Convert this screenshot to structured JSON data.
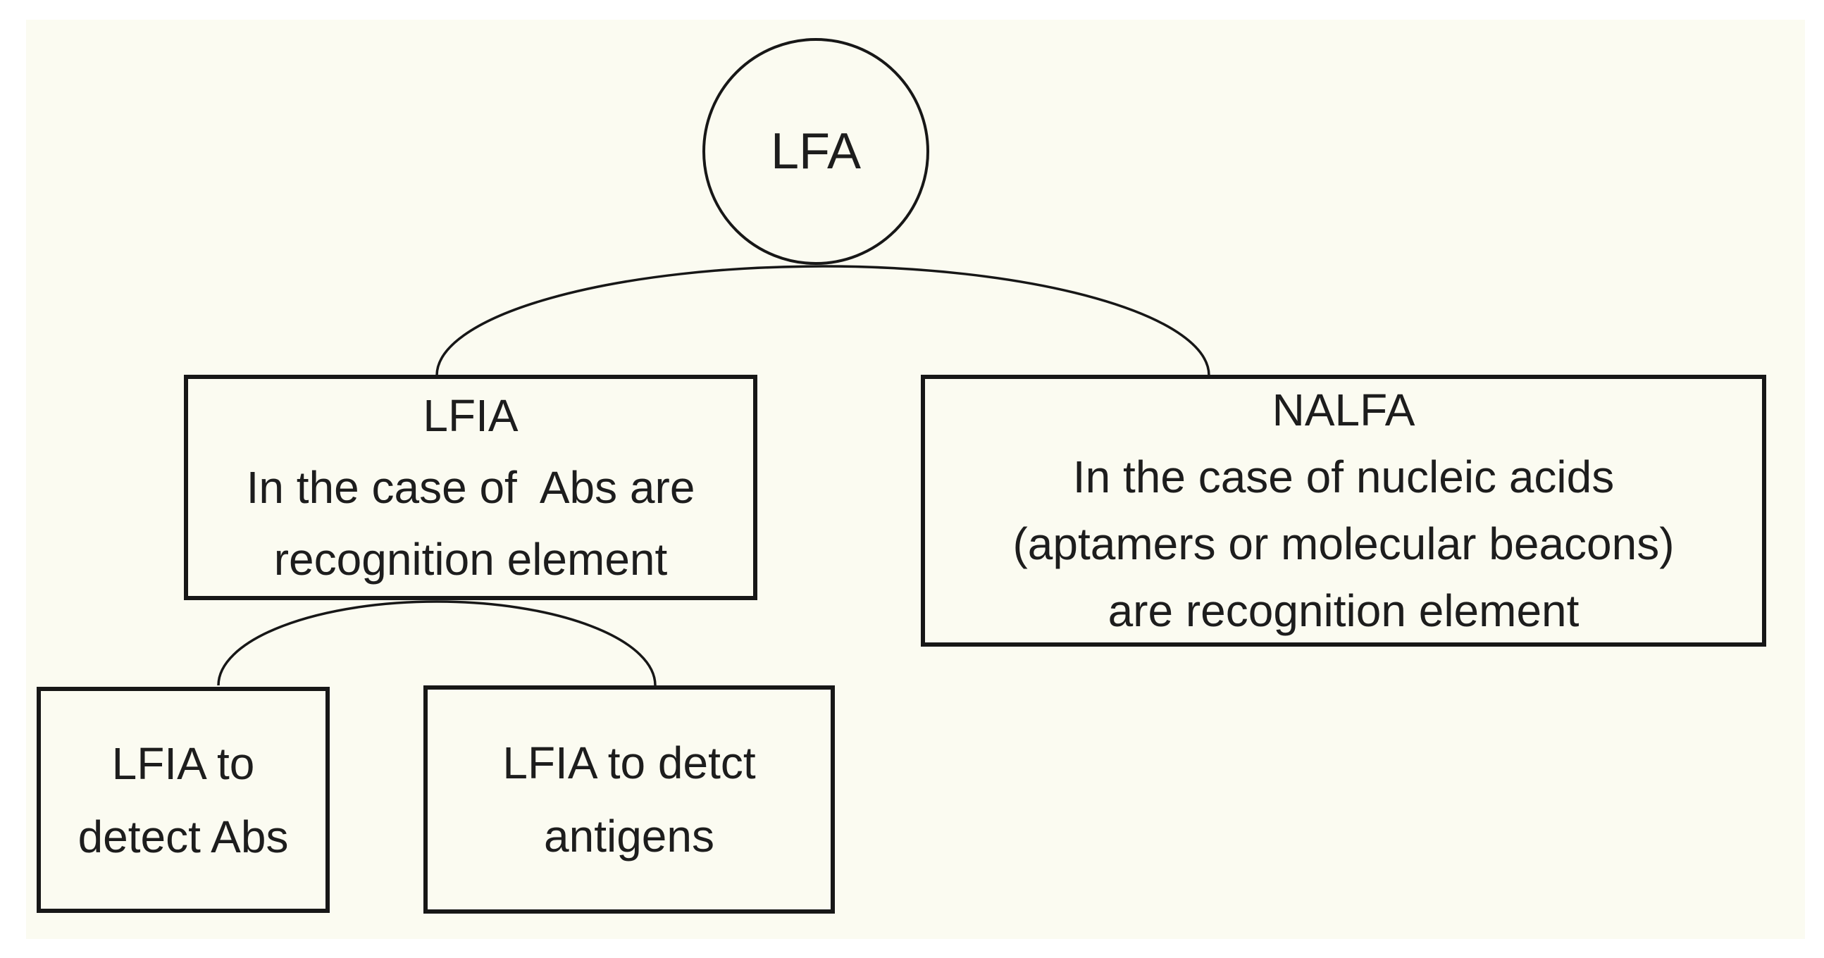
{
  "colors": {
    "background": "#ffffff",
    "panel": "#fbfbf1",
    "line": "#171717",
    "text": "#1d1d1d"
  },
  "diagram": {
    "root": {
      "label": "LFA"
    },
    "children": [
      {
        "lines": [
          "LFIA",
          "In the case of  Abs are",
          "recognition element"
        ]
      },
      {
        "lines": [
          "NALFA",
          "In the case of nucleic acids",
          "(aptamers or molecular beacons)",
          "are recognition element"
        ]
      }
    ],
    "grandchildren": [
      {
        "lines": [
          "LFIA to",
          "detect Abs"
        ]
      },
      {
        "lines": [
          "LFIA to detct",
          "antigens"
        ]
      }
    ]
  }
}
